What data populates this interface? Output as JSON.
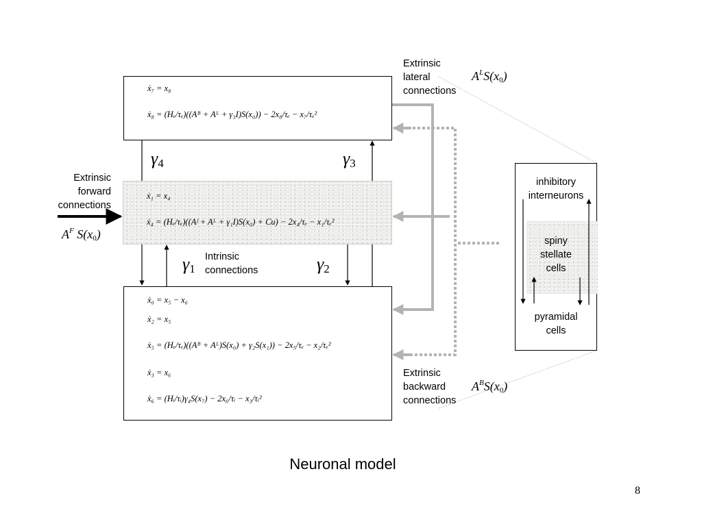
{
  "labels": {
    "extrinsic_lateral": [
      "Extrinsic",
      "lateral",
      "connections"
    ],
    "lateral_math": {
      "base": "A",
      "sup": "L",
      "rest": "S(x",
      "sub": "0",
      "close": ")"
    },
    "extrinsic_forward": [
      "Extrinsic",
      "forward",
      "connections"
    ],
    "forward_math": {
      "base": "A",
      "sup": "F",
      "rest": "S(x",
      "sub": "0",
      "close": ")"
    },
    "intrinsic": [
      "Intrinsic",
      "connections"
    ],
    "extrinsic_backward": [
      "Extrinsic",
      "backward",
      "connections"
    ],
    "backward_math": {
      "base": "A",
      "sup": "B",
      "rest": "S(x",
      "sub": "0",
      "close": ")"
    },
    "inhibitory": [
      "inhibitory",
      "interneurons"
    ],
    "spiny": [
      "spiny",
      "stellate",
      "cells"
    ],
    "pyramidal": [
      "pyramidal",
      "cells"
    ],
    "gammas": {
      "g4": {
        "sym": "γ",
        "sub": "4"
      },
      "g3": {
        "sym": "γ",
        "sub": "3"
      },
      "g1": {
        "sym": "γ",
        "sub": "1"
      },
      "g2": {
        "sym": "γ",
        "sub": "2"
      }
    }
  },
  "equations": {
    "top": [
      "ẋ₇ = x₈",
      "ẋ₈ = (Hₑ/τₑ)((Aᴮ + Aᴸ + γ₃I)S(x₀)) − 2x₈/τₑ − x₇/τₑ²"
    ],
    "middle": [
      "ẋ₁ = x₄",
      "ẋ₄ = (Hₑ/τₑ)((Aᶠ + Aᴸ + γ₁I)S(x₀) + Cu) − 2x₄/τₑ − x₁/τₑ²"
    ],
    "bottom": [
      "ẋ₀ = x₅ − x₆",
      "ẋ₂ = x₅",
      "ẋ₅ = (Hₑ/τₑ)((Aᴮ + Aᴸ)S(x₀) + γ₂S(x₁)) − 2x₅/τₑ − x₂/τₑ²",
      "ẋ₃ = x₆",
      "ẋ₆ = (Hᵢ/τᵢ)γ₄S(x₇) − 2x₆/τᵢ − x₃/τᵢ²"
    ]
  },
  "title": "Neuronal model",
  "page_number": "8",
  "colors": {
    "gray_connection": "#b3b3b3",
    "black": "#000000"
  }
}
